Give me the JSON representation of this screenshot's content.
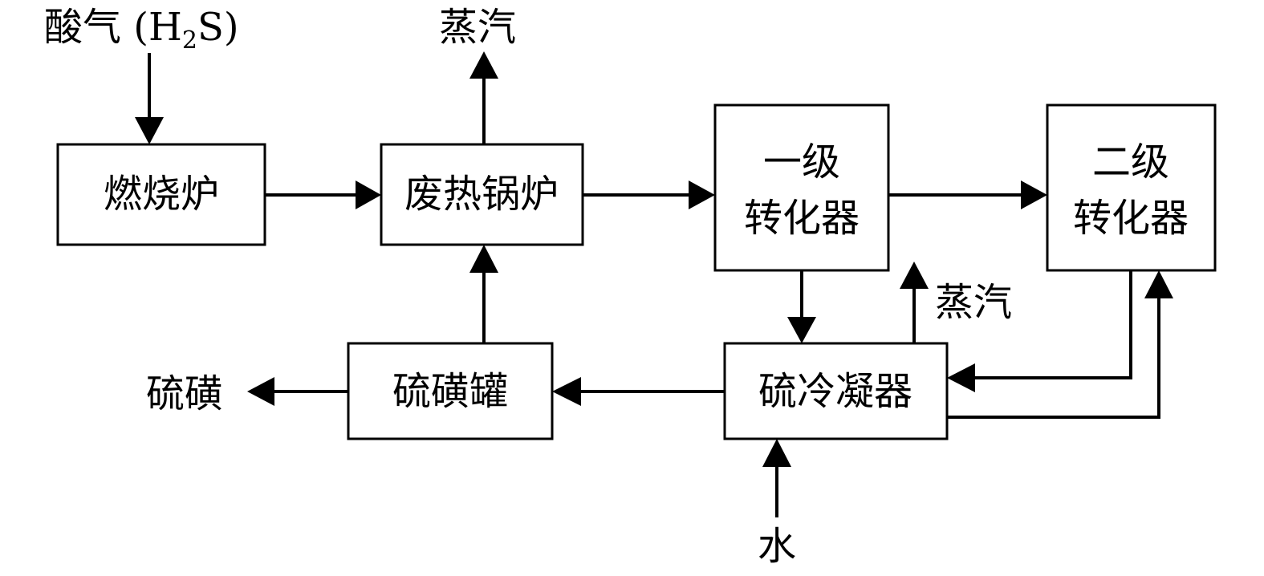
{
  "inputs": {
    "acid_gas": {
      "prefix": "酸气 (H",
      "subscript": "2",
      "suffix": "S)"
    },
    "water": "水"
  },
  "outputs": {
    "steam_top": "蒸汽",
    "steam_condenser": "蒸汽",
    "sulfur": "硫磺"
  },
  "units": {
    "furnace": "燃烧炉",
    "waste_heat_boiler": "废热锅炉",
    "converter_1": {
      "line1": "一级",
      "line2": "转化器"
    },
    "converter_2": {
      "line1": "二级",
      "line2": "转化器"
    },
    "sulfur_condenser": "硫冷凝器",
    "sulfur_tank": "硫磺罐"
  }
}
